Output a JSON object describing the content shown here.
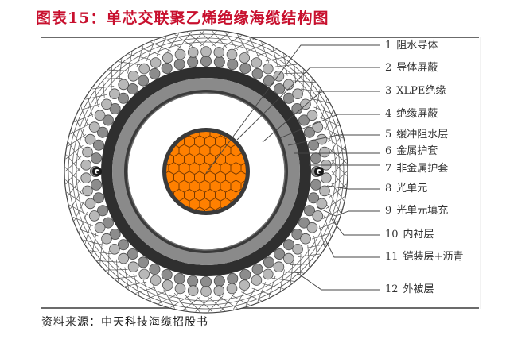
{
  "title": "图表15：单芯交联聚乙烯绝缘海缆结构图",
  "source": "资料来源：中天科技海缆招股书",
  "colors": {
    "title": "#c8102e",
    "conductor": "#ff8000",
    "conductor_grid": "#7a3a00",
    "dark_layer": "#2f2f2f",
    "mid_grey_layer": "#8a8a8a",
    "armor_wire_dark": "#8c8c8c",
    "armor_wire_light": "#b8b8b8",
    "rule": "#6b6b6b"
  },
  "labels": [
    {
      "num": "1",
      "text": "阻水导体"
    },
    {
      "num": "2",
      "text": "导体屏蔽"
    },
    {
      "num": "3",
      "text": "XLPE绝缘"
    },
    {
      "num": "4",
      "text": "绝缘屏蔽"
    },
    {
      "num": "5",
      "text": "缓冲阻水层"
    },
    {
      "num": "6",
      "text": "金属护套"
    },
    {
      "num": "7",
      "text": "非金属护套"
    },
    {
      "num": "8",
      "text": "光单元"
    },
    {
      "num": "9",
      "text": "光单元填充"
    },
    {
      "num": "10",
      "text": "内衬层"
    },
    {
      "num": "11",
      "text": "铠装层+沥青"
    },
    {
      "num": "12",
      "text": "外被层"
    }
  ]
}
